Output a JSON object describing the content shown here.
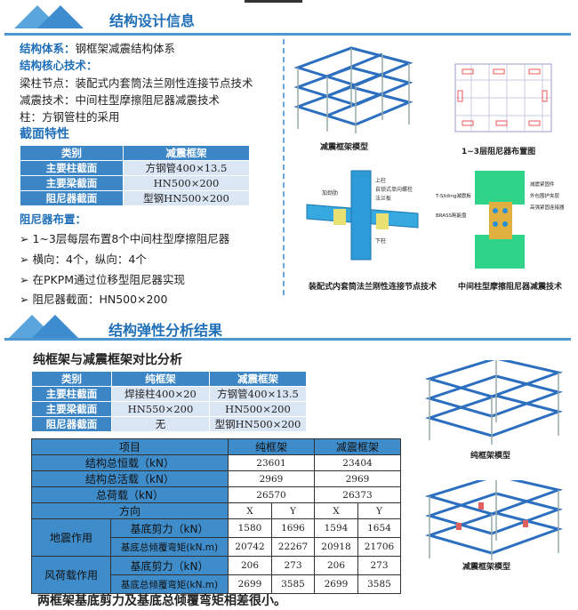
{
  "section1": {
    "title": "结构设计信息",
    "system_label": "结构体系：",
    "system_value": "钢框架减震结构体系",
    "core_label": "结构核心技术：",
    "core_items": [
      "梁柱节点：装配式内套筒法兰刚性连接节点技术",
      "减震技术：中间柱型摩擦阻尼器减震技术",
      "柱：方钢管柱的采用"
    ],
    "section_label": "截面特性",
    "table": {
      "headers": [
        "类别",
        "减震框架"
      ],
      "rows": [
        [
          "主要柱截面",
          "方钢管400×13.5"
        ],
        [
          "主要梁截面",
          "HN500×200"
        ],
        [
          "阻尼器截面",
          "型钢HN500×200"
        ]
      ]
    },
    "damper_label": "阻尼器布置：",
    "damper_items": [
      "1~3层每层布置8个中间柱型摩擦阻尼器",
      "横向：4个，纵向：4个",
      "在PKPM通过位移型阻尼器实现",
      "阻尼器截面：HN500×200"
    ],
    "captions": [
      "减震框架模型",
      "1~3层阻尼器布置图",
      "装配式内套筒法兰刚性连接节点技术",
      "中间柱型摩擦阻尼器减震技术"
    ],
    "node_labels": [
      "上柱",
      "自锁式单向螺栓",
      "法兰板",
      "加劲肋",
      "下柱"
    ],
    "damper_labels": [
      "T-Sliding減震板",
      "BRASS耗能盘",
      "减震紧固件",
      "外包围护夹层",
      "高强紧固连接器"
    ]
  },
  "section2": {
    "title": "结构弹性分析结果",
    "subtitle": "纯框架与减震框架对比分析",
    "table1": {
      "headers": [
        "类别",
        "纯框架",
        "减震框架"
      ],
      "rows": [
        [
          "主要柱截面",
          "焊接柱400×20",
          "方钢管400×13.5"
        ],
        [
          "主要梁截面",
          "HN550×200",
          "HN500×200"
        ],
        [
          "阻尼器截面",
          "无",
          "型钢HN500×200"
        ]
      ]
    },
    "table2": {
      "headers": [
        "项目",
        "纯框架",
        "减震框架"
      ],
      "loads": [
        [
          "结构总恒载（kN）",
          "23601",
          "23404"
        ],
        [
          "结构总活载（kN）",
          "2969",
          "2969"
        ],
        [
          "总荷载（kN）",
          "26570",
          "26373"
        ]
      ],
      "direction_label": "方向",
      "directions": [
        "X",
        "Y",
        "X",
        "Y"
      ],
      "groups": [
        {
          "name": "地震作用",
          "rows": [
            [
              "基底剪力（kN）",
              "1580",
              "1696",
              "1594",
              "1654"
            ],
            [
              "基底总倾覆弯矩(kN.m)",
              "20742",
              "22267",
              "20918",
              "21706"
            ]
          ]
        },
        {
          "name": "风荷载作用",
          "rows": [
            [
              "基底剪力（kN）",
              "206",
              "273",
              "206",
              "273"
            ],
            [
              "基底总倾覆弯矩(kN.m)",
              "2699",
              "3585",
              "2699",
              "3585"
            ]
          ]
        }
      ]
    },
    "captions": [
      "纯框架模型",
      "减震框架模型"
    ],
    "conclusion": "两框架基底剪力及基底总倾覆弯矩相差很小。"
  },
  "colors": {
    "accent": "#1f6fb8",
    "header": "#3d86c6",
    "cell": "#dbe6f4"
  }
}
